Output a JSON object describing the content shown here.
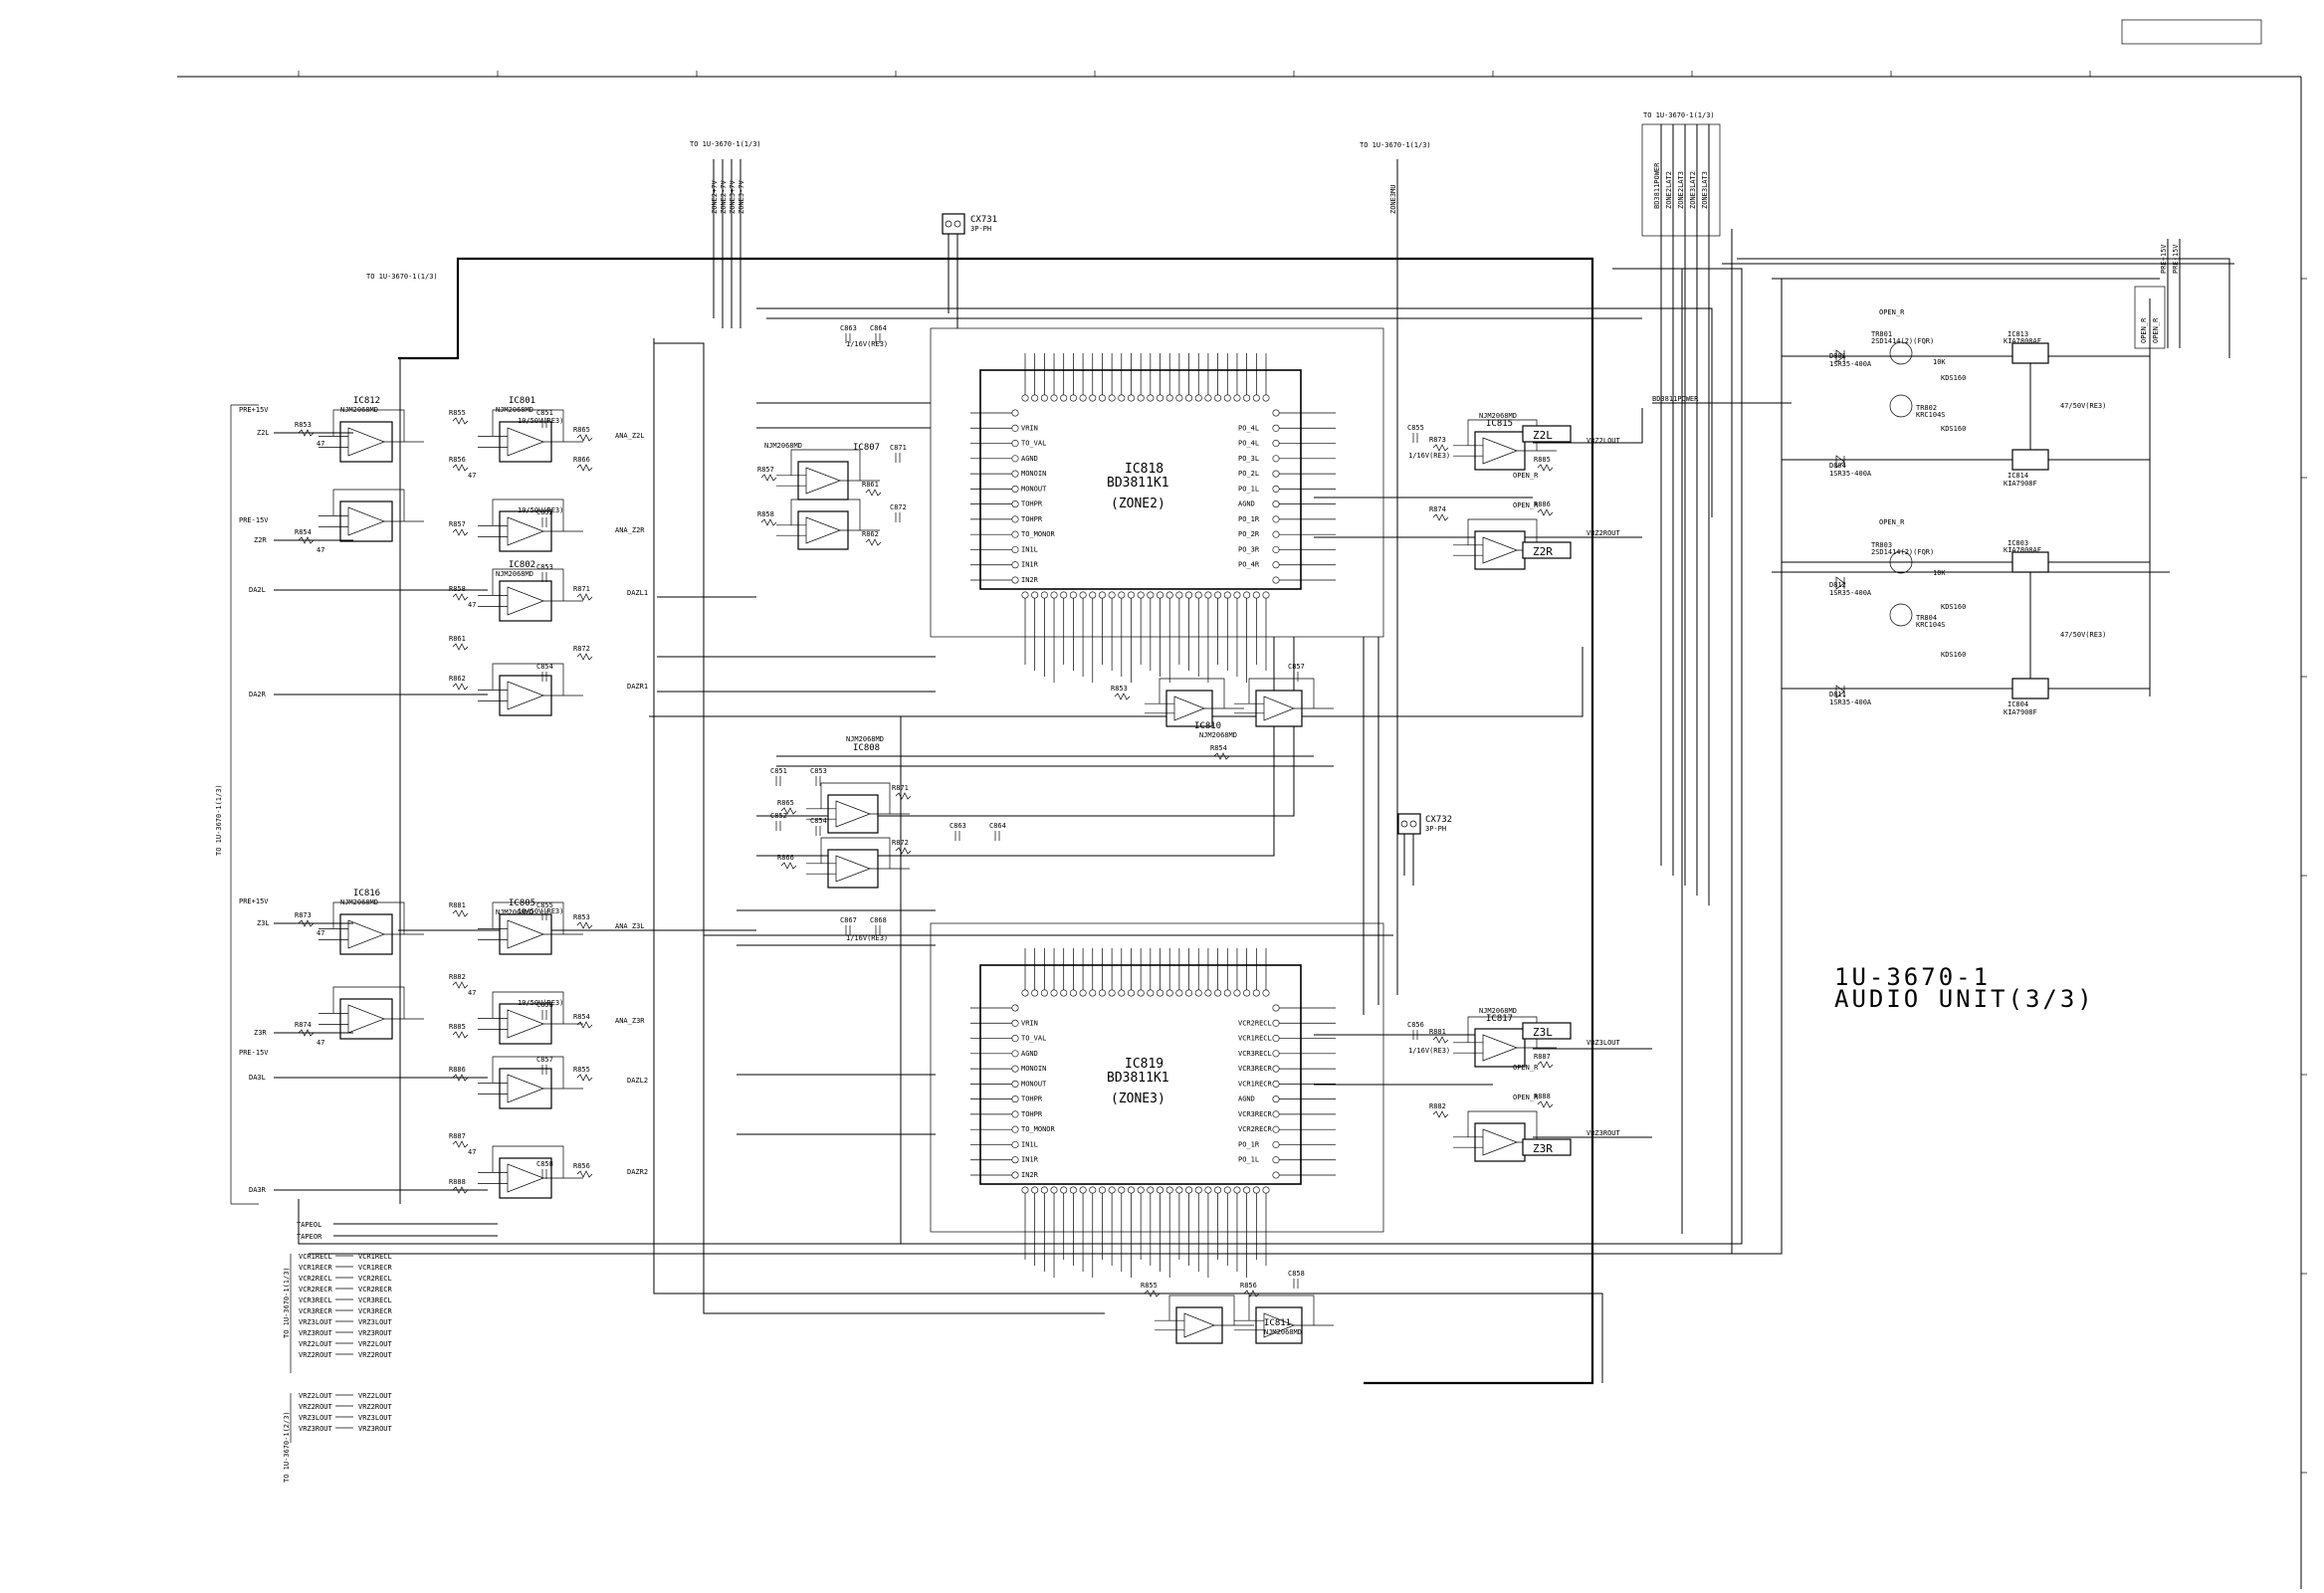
{
  "title_block": {
    "unit_code": "1U-3670-1",
    "unit_name": "AUDIO UNIT(3/3)"
  },
  "external_refs": {
    "top_left": "TO 1U-3670-1(1/3)",
    "top_mid": "TO 1U-3670-1(1/3)",
    "top_right": "TO 1U-3670-1(1/3)",
    "top_far_right": "TO 1U-3670-1(1/3)",
    "left_vertical": "TO 1U-3670-1(1/3)",
    "bottom_left_1": "TO 1U-3670-1(1/3)",
    "bottom_left_2": "TO 1U-3670-1(2/3)"
  },
  "top_bus": [
    "ZONE2+7V",
    "ZONE2-7V",
    "ZONE3+7V",
    "ZONE3-7V"
  ],
  "top_right_bus": [
    "BD3811POWER",
    "ZONE2LAT2",
    "ZONE2LAT3",
    "ZONE3LAT2",
    "ZONE3LAT3"
  ],
  "zone3_mute": "ZONE3MU",
  "connectors": {
    "cx731": {
      "ref": "CX731",
      "type": "3P-PH"
    },
    "cx732": {
      "ref": "CX732",
      "type": "3P-PH"
    }
  },
  "main_ics": [
    {
      "ref": "IC818",
      "part": "BD3811K1",
      "zone": "(ZONE2)"
    },
    {
      "ref": "IC819",
      "part": "BD3811K1",
      "zone": "(ZONE3)"
    }
  ],
  "opamps": {
    "ic812": {
      "ref": "IC812",
      "part": "NJM2068MD"
    },
    "ic801": {
      "ref": "IC801",
      "part": "NJM2068MD"
    },
    "ic802": {
      "ref": "IC802",
      "part": "NJM2068MD"
    },
    "ic807": {
      "ref": "IC807",
      "part": "NJM2068MD"
    },
    "ic808": {
      "ref": "IC808",
      "part": "NJM2068MD"
    },
    "ic815": {
      "ref": "IC815",
      "part": "NJM2068MD"
    },
    "ic817": {
      "ref": "IC817",
      "part": "NJM2068MD"
    },
    "ic810": {
      "ref": "IC810",
      "part": "NJM2068MD"
    },
    "ic811": {
      "ref": "IC811",
      "part": "NJM2068MD"
    },
    "ic816": {
      "ref": "IC816",
      "part": "NJM2068MD"
    },
    "ic805": {
      "ref": "IC805",
      "part": "NJM2068MD"
    }
  },
  "zone_outputs": [
    "Z2L",
    "Z2R",
    "Z3L",
    "Z3R"
  ],
  "output_nets": {
    "vrz2lout": "VRZ2LOUT",
    "vrz2rout": "VRZ2ROUT",
    "vrz3lout": "VRZ3LOUT",
    "vrz3rout": "VRZ3ROUT",
    "bd3811power": "BD3811POWER"
  },
  "regulators": [
    {
      "ref": "IC813",
      "part": "KIA7808AF"
    },
    {
      "ref": "IC814",
      "part": "KIA7908F"
    },
    {
      "ref": "IC803",
      "part": "KIA7808AF"
    },
    {
      "ref": "IC804",
      "part": "KIA7908F"
    }
  ],
  "power_rails": [
    "PRE+15V",
    "PRE-15V",
    "PRE+15V",
    "PRE-15V"
  ],
  "right_rails": [
    "PRE+15V",
    "PRE-15V"
  ],
  "left_inputs": [
    "Z2L",
    "Z2R",
    "DA2L",
    "DA2R",
    "Z3L",
    "Z3R",
    "DA3L",
    "DA3R"
  ],
  "mid_nets": [
    "ANA_Z2L",
    "ANA_Z2R",
    "DAZL1",
    "DAZR1",
    "ANA_Z3L",
    "ANA_Z3R",
    "DAZL2",
    "DAZR2"
  ],
  "bottom_left_group1": [
    "VCR1RECL",
    "VCR1RECR",
    "VCR2RECL",
    "VCR2RECR",
    "VCR3RECL",
    "VCR3RECR",
    "VRZ3LOUT",
    "VRZ3ROUT",
    "VRZ2LOUT",
    "VRZ2ROUT"
  ],
  "bottom_left_group2": [
    "VRZ2LOUT",
    "VRZ2ROUT",
    "VRZ3LOUT",
    "VRZ3ROUT"
  ],
  "tape_nets": [
    "TAPEOL",
    "TAPEOR"
  ],
  "ic818_left_pins": [
    "VRIN",
    "TO_VAL",
    "AGND",
    "MONOIN",
    "MONOUT",
    "TOHPR",
    "TOHPR",
    "TO_MONOR",
    "IN1L",
    "IN1R",
    "IN2R"
  ],
  "ic818_right_pins": [
    "PO_4L",
    "PO_4L",
    "PO_3L",
    "PO_2L",
    "PO_1L",
    "AGND",
    "PO_1R",
    "PO_2R",
    "PO_3R",
    "PO_4R"
  ],
  "ic819_right_pins": [
    "VCR2RECL",
    "VCR1RECL",
    "VCR3RECL",
    "VCR3RECR",
    "VCR1RECR",
    "AGND",
    "VCR3RECR",
    "VCR2RECR",
    "PO_1R",
    "PO_1L"
  ],
  "resistor_labels": [
    "R853",
    "R854",
    "R855",
    "R856",
    "R857",
    "R858",
    "R861",
    "R862",
    "R865",
    "R866",
    "R871",
    "R872",
    "R873",
    "R874",
    "R881",
    "R882",
    "R885",
    "R886",
    "R887",
    "R888"
  ],
  "capacitor_labels": [
    "C851",
    "C852",
    "C853",
    "C854",
    "C855",
    "C856",
    "C857",
    "C858",
    "C863",
    "C864",
    "C867",
    "C868",
    "C871",
    "C872"
  ],
  "transistors": [
    {
      "ref": "TR801",
      "part": "2SD1414(2)(FQR)"
    },
    {
      "ref": "TR802",
      "part": "KRC104S"
    },
    {
      "ref": "TR803",
      "part": "2SD1414(2)(FQR)"
    },
    {
      "ref": "TR804",
      "part": "KRC104S"
    }
  ],
  "diodes": [
    {
      "ref": "D801",
      "part": "1SR35-400A"
    },
    {
      "ref": "D804",
      "part": "1SR35-400A"
    },
    {
      "ref": "D812",
      "part": "1SR35-400A"
    },
    {
      "ref": "D811",
      "part": "1SR35-400A"
    }
  ],
  "caps_right": [
    "KDS160",
    "KDS160",
    "KDS160",
    "KDS160"
  ],
  "values": {
    "open_r": "OPEN_R",
    "r10k": "10K",
    "r47": "47",
    "cap1": "1/16V(RE3)",
    "cap10": "10/50V(RE3)",
    "cap47": "47/50V(RE3)"
  }
}
